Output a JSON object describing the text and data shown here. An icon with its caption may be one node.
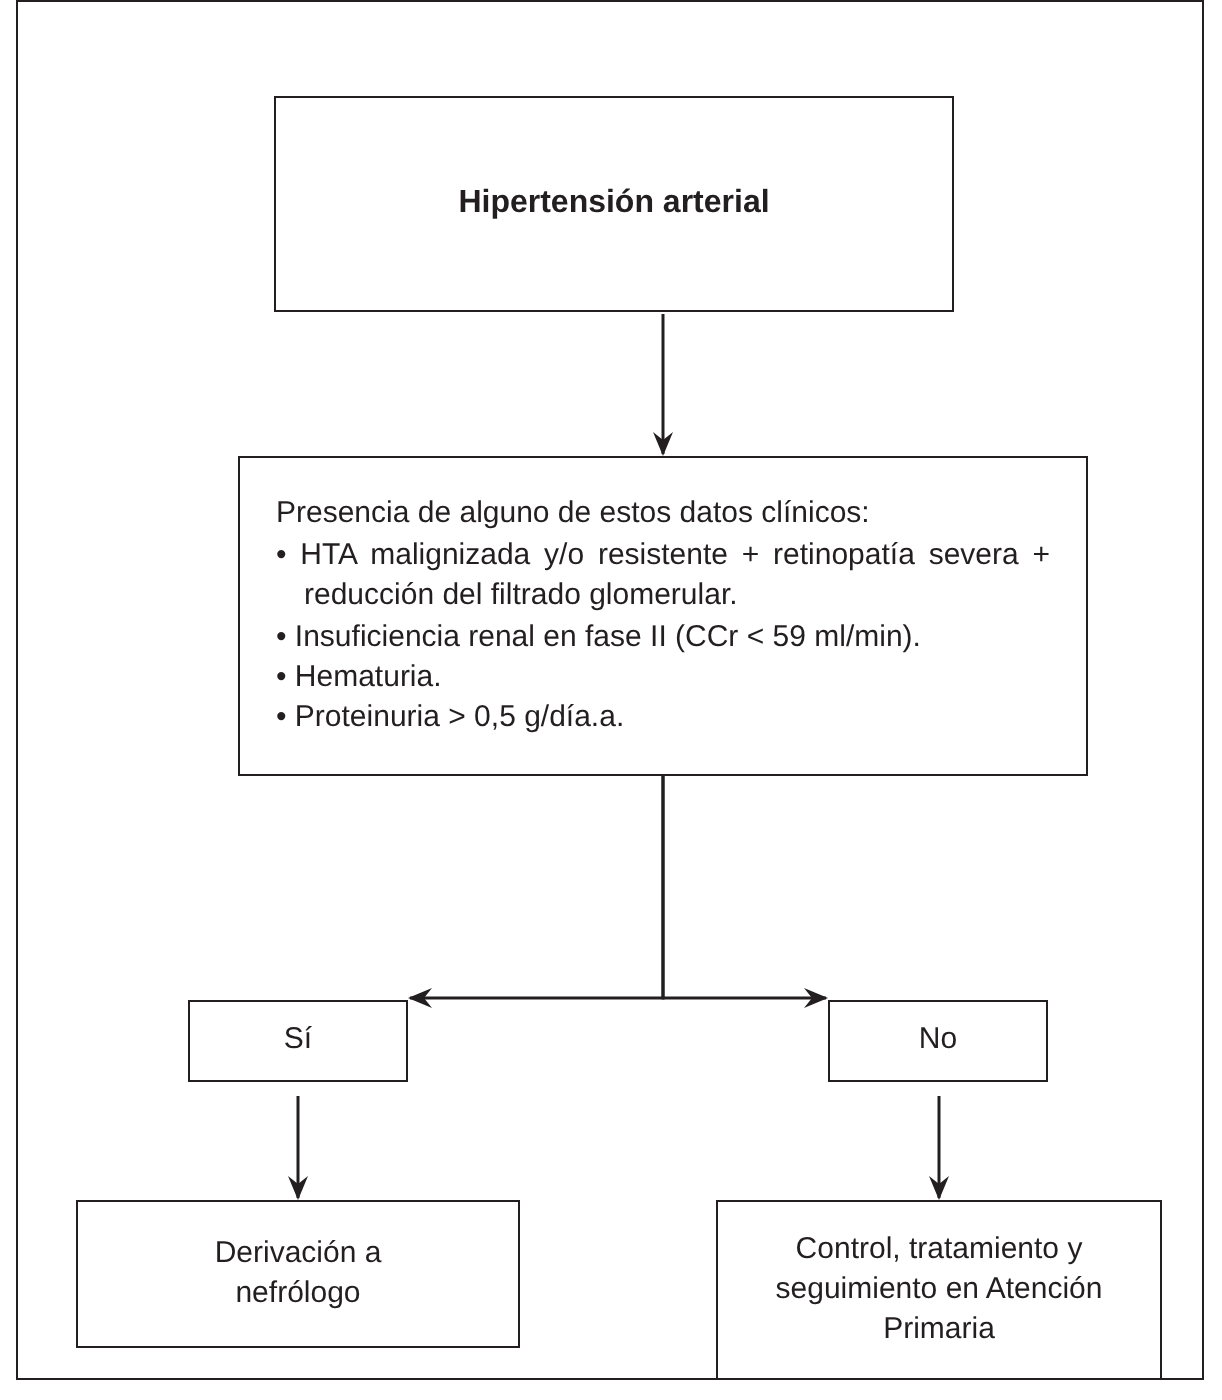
{
  "diagram": {
    "nodes": [
      {
        "text": [
          "Hipertensión arterial"
        ]
      },
      {
        "text": [
          "Presencia de alguno de estos datos clínicos:",
          "• HTA malignizada y/o resistente + retinopatía severa + reducción del filtrado glomerular.",
          "• Insuficiencia renal en fase II (CCr < 59 ml/min).",
          "• Hematuria.",
          "• Proteinuria > 0,5 g/día.a."
        ]
      },
      {
        "text": [
          "Sí"
        ]
      },
      {
        "text": [
          "No"
        ]
      },
      {
        "text": [
          "Derivación a nefrólogo"
        ]
      },
      {
        "text": [
          "Control, tratamiento y seguimiento en Atención Primaria"
        ]
      }
    ],
    "edges": [
      {
        "from": 0,
        "to": 1,
        "arrow": "to"
      },
      {
        "from": 1,
        "to": 2,
        "arrow": "to"
      },
      {
        "from": 1,
        "to": 3,
        "arrow": "to"
      },
      {
        "from": 2,
        "to": 4,
        "arrow": "to"
      },
      {
        "from": 3,
        "to": 5,
        "arrow": "to"
      }
    ]
  }
}
